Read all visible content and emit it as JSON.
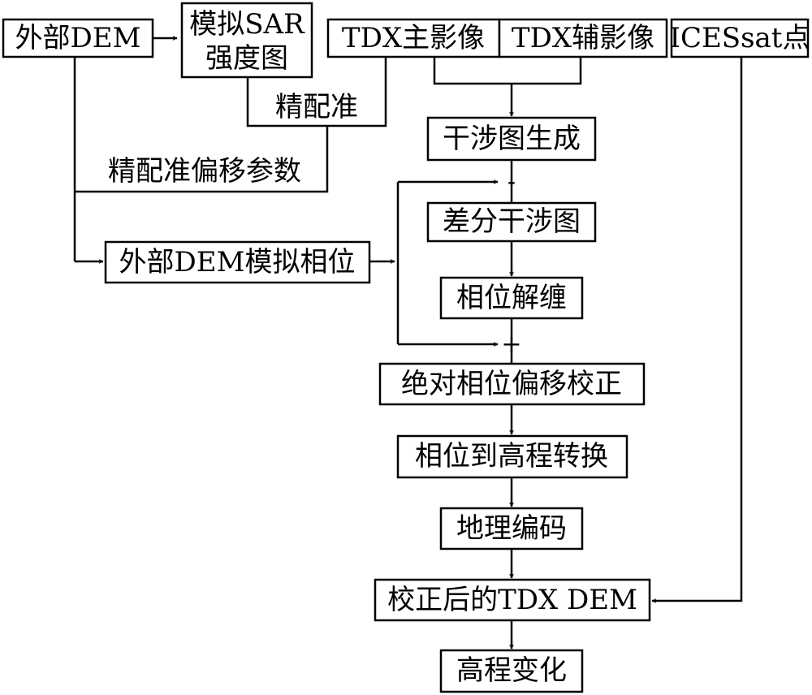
{
  "nodes": {
    "external_dem": "外部DEM",
    "sim_sar_line1": "模拟SAR",
    "sim_sar_line2": "强度图",
    "tdx_master": "TDX主影像",
    "tdx_slave": "TDX辅影像",
    "icesat": "ICESsat点",
    "fine_reg": "精配准",
    "interferogram_gen": "干涉图生成",
    "fine_reg_offset": "精配准偏移参数",
    "diff_interferogram": "差分干涉图",
    "ext_dem_sim_phase": "外部DEM模拟相位",
    "phase_unwrap": "相位解缠",
    "abs_phase_offset": "绝对相位偏移校正",
    "phase_to_height": "相位到高程转换",
    "geocoding": "地理编码",
    "corrected_dem": "校正后的TDX DEM",
    "height_change": "高程变化"
  },
  "signs": {
    "minus": "-",
    "plus": "+"
  }
}
